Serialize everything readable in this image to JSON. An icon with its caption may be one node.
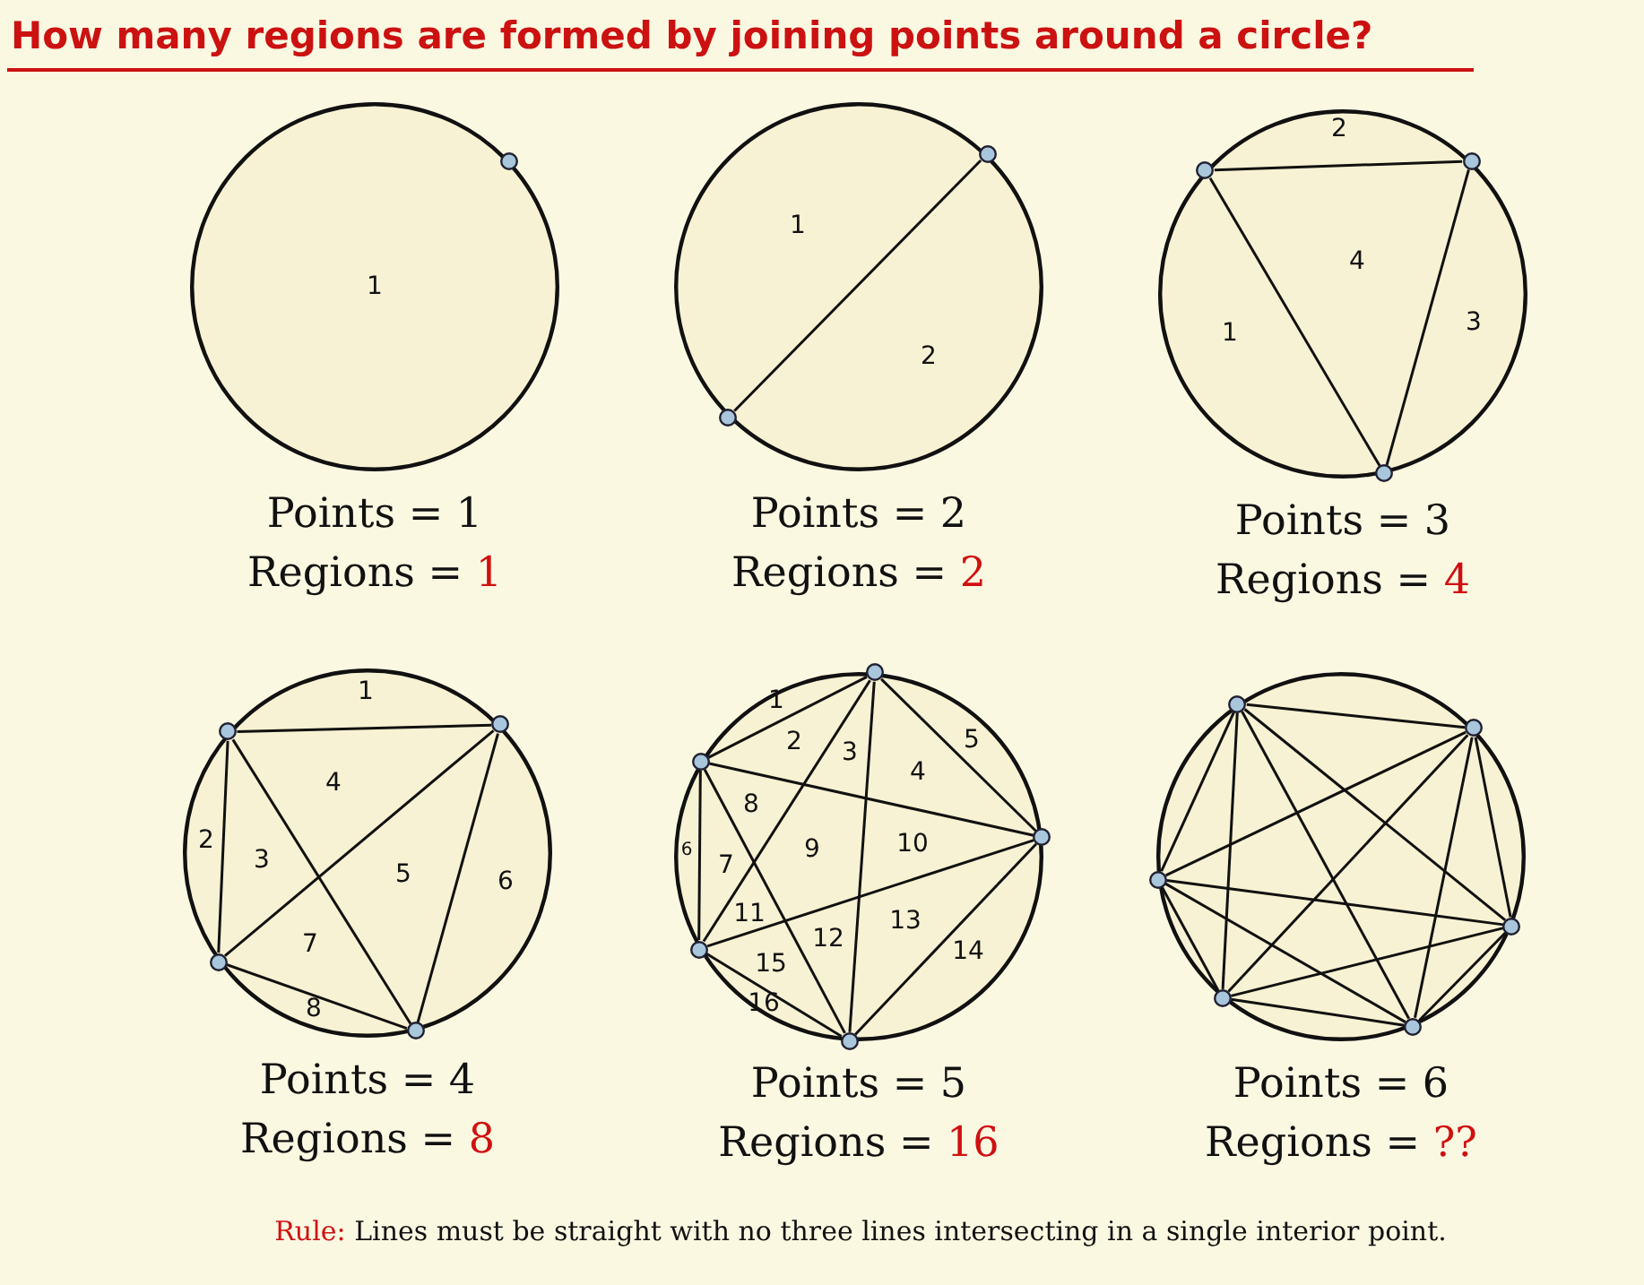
{
  "diagram": {
    "title": "How many regions are formed by joining points around a circle?",
    "caption": "Rule: Lines must be straight with no three lines intersecting in a single interior point.",
    "nodes": [
      {
        "text": [],
        "shape": "circle",
        "beside": [
          "Points = 1",
          "Regions = 1"
        ]
      },
      {
        "text": [],
        "shape": "circle",
        "in": 0
      },
      {
        "text": [],
        "shape": "circle",
        "beside": [
          "Points = 2",
          "Regions = 2"
        ]
      },
      {
        "text": [],
        "shape": "circle",
        "in": 2
      },
      {
        "text": [],
        "shape": "circle",
        "in": 2
      },
      {
        "text": [],
        "shape": "circle",
        "beside": [
          "Points = 3",
          "Regions = 4"
        ]
      },
      {
        "text": [],
        "shape": "circle",
        "in": 5
      },
      {
        "text": [],
        "shape": "circle",
        "in": 5
      },
      {
        "text": [],
        "shape": "circle",
        "in": 5
      },
      {
        "text": [],
        "shape": "circle",
        "beside": [
          "Points = 4",
          "Regions = 8"
        ]
      },
      {
        "text": [],
        "shape": "circle",
        "in": 9
      },
      {
        "text": [],
        "shape": "circle",
        "in": 9
      },
      {
        "text": [],
        "shape": "circle",
        "in": 9
      },
      {
        "text": [],
        "shape": "circle",
        "in": 9
      },
      {
        "text": [],
        "shape": "circle",
        "beside": [
          "Points = 5",
          "Regions = 16"
        ]
      },
      {
        "text": [],
        "shape": "circle",
        "in": 14
      },
      {
        "text": [],
        "shape": "circle",
        "in": 14
      },
      {
        "text": [],
        "shape": "circle",
        "in": 14
      },
      {
        "text": [],
        "shape": "circle",
        "in": 14
      },
      {
        "text": [],
        "shape": "circle",
        "in": 14
      },
      {
        "text": [],
        "shape": "circle",
        "beside": [
          "Points = 6",
          "Regions = ??"
        ]
      },
      {
        "text": [],
        "shape": "circle",
        "in": 20
      },
      {
        "text": [],
        "shape": "circle",
        "in": 20
      },
      {
        "text": [],
        "shape": "circle",
        "in": 20
      },
      {
        "text": [],
        "shape": "circle",
        "in": 20
      },
      {
        "text": [],
        "shape": "circle",
        "in": 20
      },
      {
        "text": [],
        "shape": "circle",
        "in": 20
      }
    ],
    "edges": [
      {
        "from": 3,
        "to": 4,
        "arrow": "none"
      },
      {
        "from": 6,
        "to": 7,
        "arrow": "none"
      },
      {
        "from": 6,
        "to": 8,
        "arrow": "none"
      },
      {
        "from": 7,
        "to": 8,
        "arrow": "none"
      },
      {
        "from": 10,
        "to": 11,
        "arrow": "none"
      },
      {
        "from": 10,
        "to": 12,
        "arrow": "none"
      },
      {
        "from": 10,
        "to": 13,
        "arrow": "none"
      },
      {
        "from": 11,
        "to": 12,
        "arrow": "none"
      },
      {
        "from": 11,
        "to": 13,
        "arrow": "none"
      },
      {
        "from": 12,
        "to": 13,
        "arrow": "none"
      },
      {
        "from": 15,
        "to": 16,
        "arrow": "none"
      },
      {
        "from": 15,
        "to": 17,
        "arrow": "none"
      },
      {
        "from": 15,
        "to": 18,
        "arrow": "none"
      },
      {
        "from": 15,
        "to": 19,
        "arrow": "none"
      },
      {
        "from": 16,
        "to": 17,
        "arrow": "none"
      },
      {
        "from": 16,
        "to": 18,
        "arrow": "none"
      },
      {
        "from": 16,
        "to": 19,
        "arrow": "none"
      },
      {
        "from": 17,
        "to": 18,
        "arrow": "none"
      },
      {
        "from": 17,
        "to": 19,
        "arrow": "none"
      },
      {
        "from": 18,
        "to": 19,
        "arrow": "none"
      },
      {
        "from": 21,
        "to": 22,
        "arrow": "none"
      },
      {
        "from": 21,
        "to": 23,
        "arrow": "none"
      },
      {
        "from": 21,
        "to": 24,
        "arrow": "none"
      },
      {
        "from": 21,
        "to": 25,
        "arrow": "none"
      },
      {
        "from": 21,
        "to": 26,
        "arrow": "none"
      },
      {
        "from": 22,
        "to": 23,
        "arrow": "none"
      },
      {
        "from": 22,
        "to": 24,
        "arrow": "none"
      },
      {
        "from": 22,
        "to": 25,
        "arrow": "none"
      },
      {
        "from": 22,
        "to": 26,
        "arrow": "none"
      },
      {
        "from": 23,
        "to": 24,
        "arrow": "none"
      },
      {
        "from": 23,
        "to": 25,
        "arrow": "none"
      },
      {
        "from": 23,
        "to": 26,
        "arrow": "none"
      },
      {
        "from": 24,
        "to": 25,
        "arrow": "none"
      },
      {
        "from": 24,
        "to": 26,
        "arrow": "none"
      },
      {
        "from": 25,
        "to": 26,
        "arrow": "none"
      }
    ],
    "labels": [
      "1",
      "1",
      "2",
      "2",
      "4",
      "1",
      "3",
      "1",
      "4",
      "2",
      "3",
      "5",
      "6",
      "7",
      "8",
      "1",
      "2",
      "3",
      "4",
      "5",
      "8",
      "6",
      "7",
      "9",
      "10",
      "11",
      "13",
      "12",
      "15",
      "14",
      "16"
    ]
  }
}
